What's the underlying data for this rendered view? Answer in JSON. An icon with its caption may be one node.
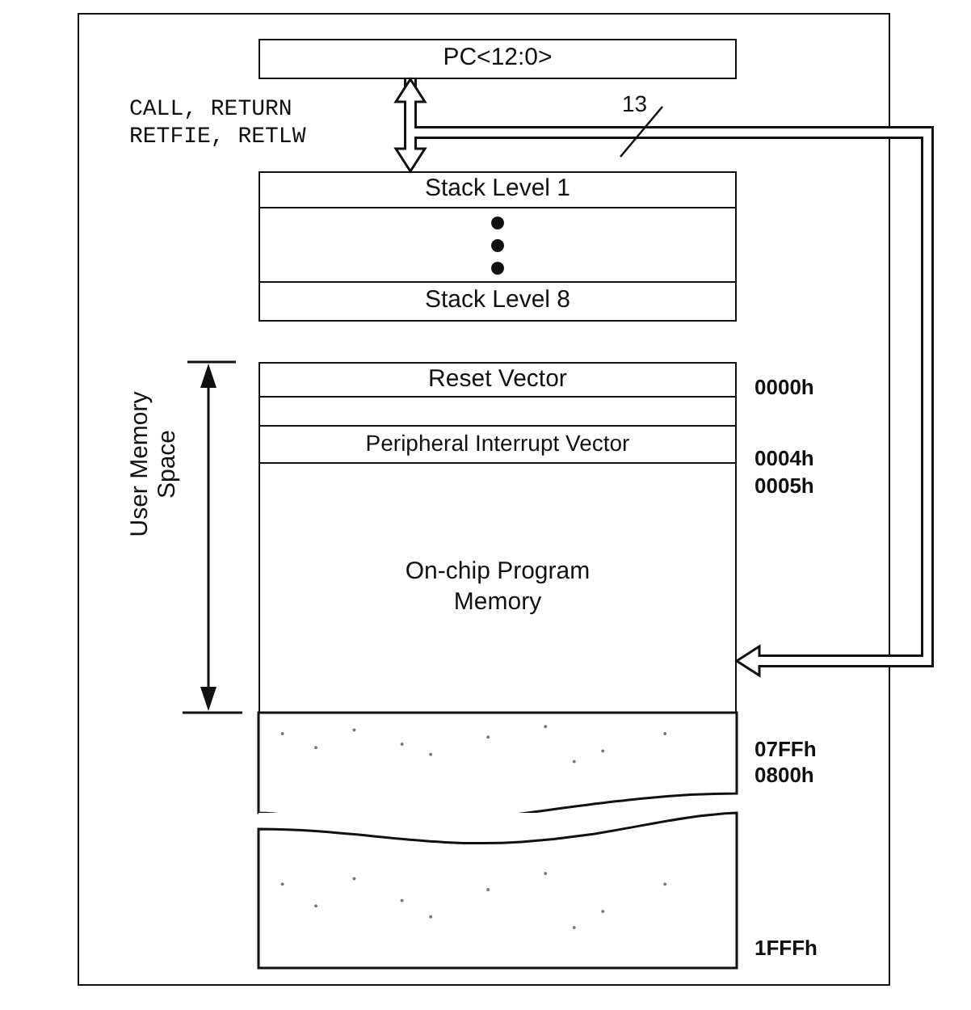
{
  "diagram": {
    "nodes": [
      {
        "text": [
          "PC<12:0>"
        ]
      },
      {
        "text": [
          "Stack Level 1"
        ]
      },
      {
        "text": [],
        "shape": "box"
      },
      {
        "text": [
          "Stack Level 8"
        ]
      },
      {
        "text": [
          "Reset Vector"
        ]
      },
      {
        "text": [],
        "shape": "box"
      },
      {
        "text": [
          "Peripheral Interrupt Vector"
        ]
      },
      {
        "text": [
          "On-chip Program Memory"
        ]
      },
      {
        "text": [],
        "shape": "box"
      },
      {
        "text": [],
        "shape": "box"
      }
    ],
    "edges": [
      {
        "from": 0,
        "to": 1,
        "arrow": "both"
      },
      {
        "from": 0,
        "to": 7,
        "arrow": "to",
        "label": "13"
      }
    ],
    "labels": [
      "CALL, RETURN RETFIE, RETLW",
      "User Memory Space",
      "0000h",
      "0004h",
      "0005h",
      "07FFh",
      "0800h",
      "1FFFh"
    ]
  }
}
